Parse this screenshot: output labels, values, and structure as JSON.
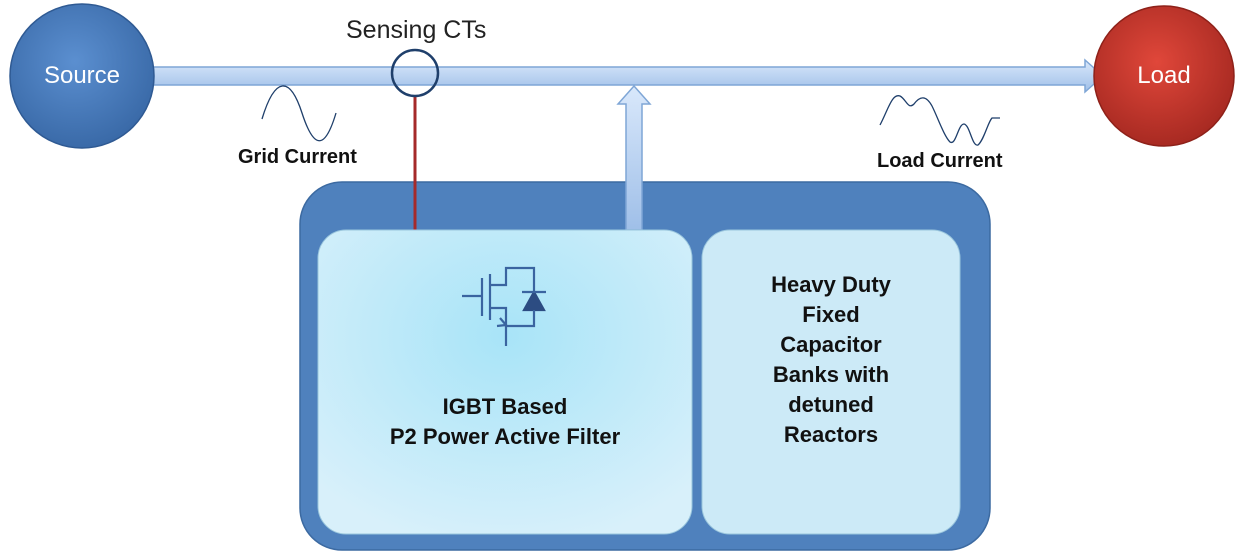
{
  "nodes": {
    "source": "Source",
    "load": "Load"
  },
  "labels": {
    "sensing_cts": "Sensing CTs",
    "grid_current": "Grid Current",
    "load_current": "Load Current"
  },
  "filter_box": {
    "line1": "IGBT Based",
    "line2": "P2 Power Active Filter"
  },
  "capacitor_box": {
    "lines": [
      "Heavy Duty",
      "Fixed",
      "Capacitor",
      "Banks with",
      "detuned",
      "Reactors"
    ]
  },
  "icons": [
    "igbt-symbol-icon"
  ],
  "colors": {
    "source_fill": "#4a7ebb",
    "load_fill": "#c0392b",
    "container_fill": "#4f81bd",
    "panel_fill": "#bfe6f6",
    "arrow_fill": "#b9d3f1",
    "ct_line": "#a52a2a"
  }
}
